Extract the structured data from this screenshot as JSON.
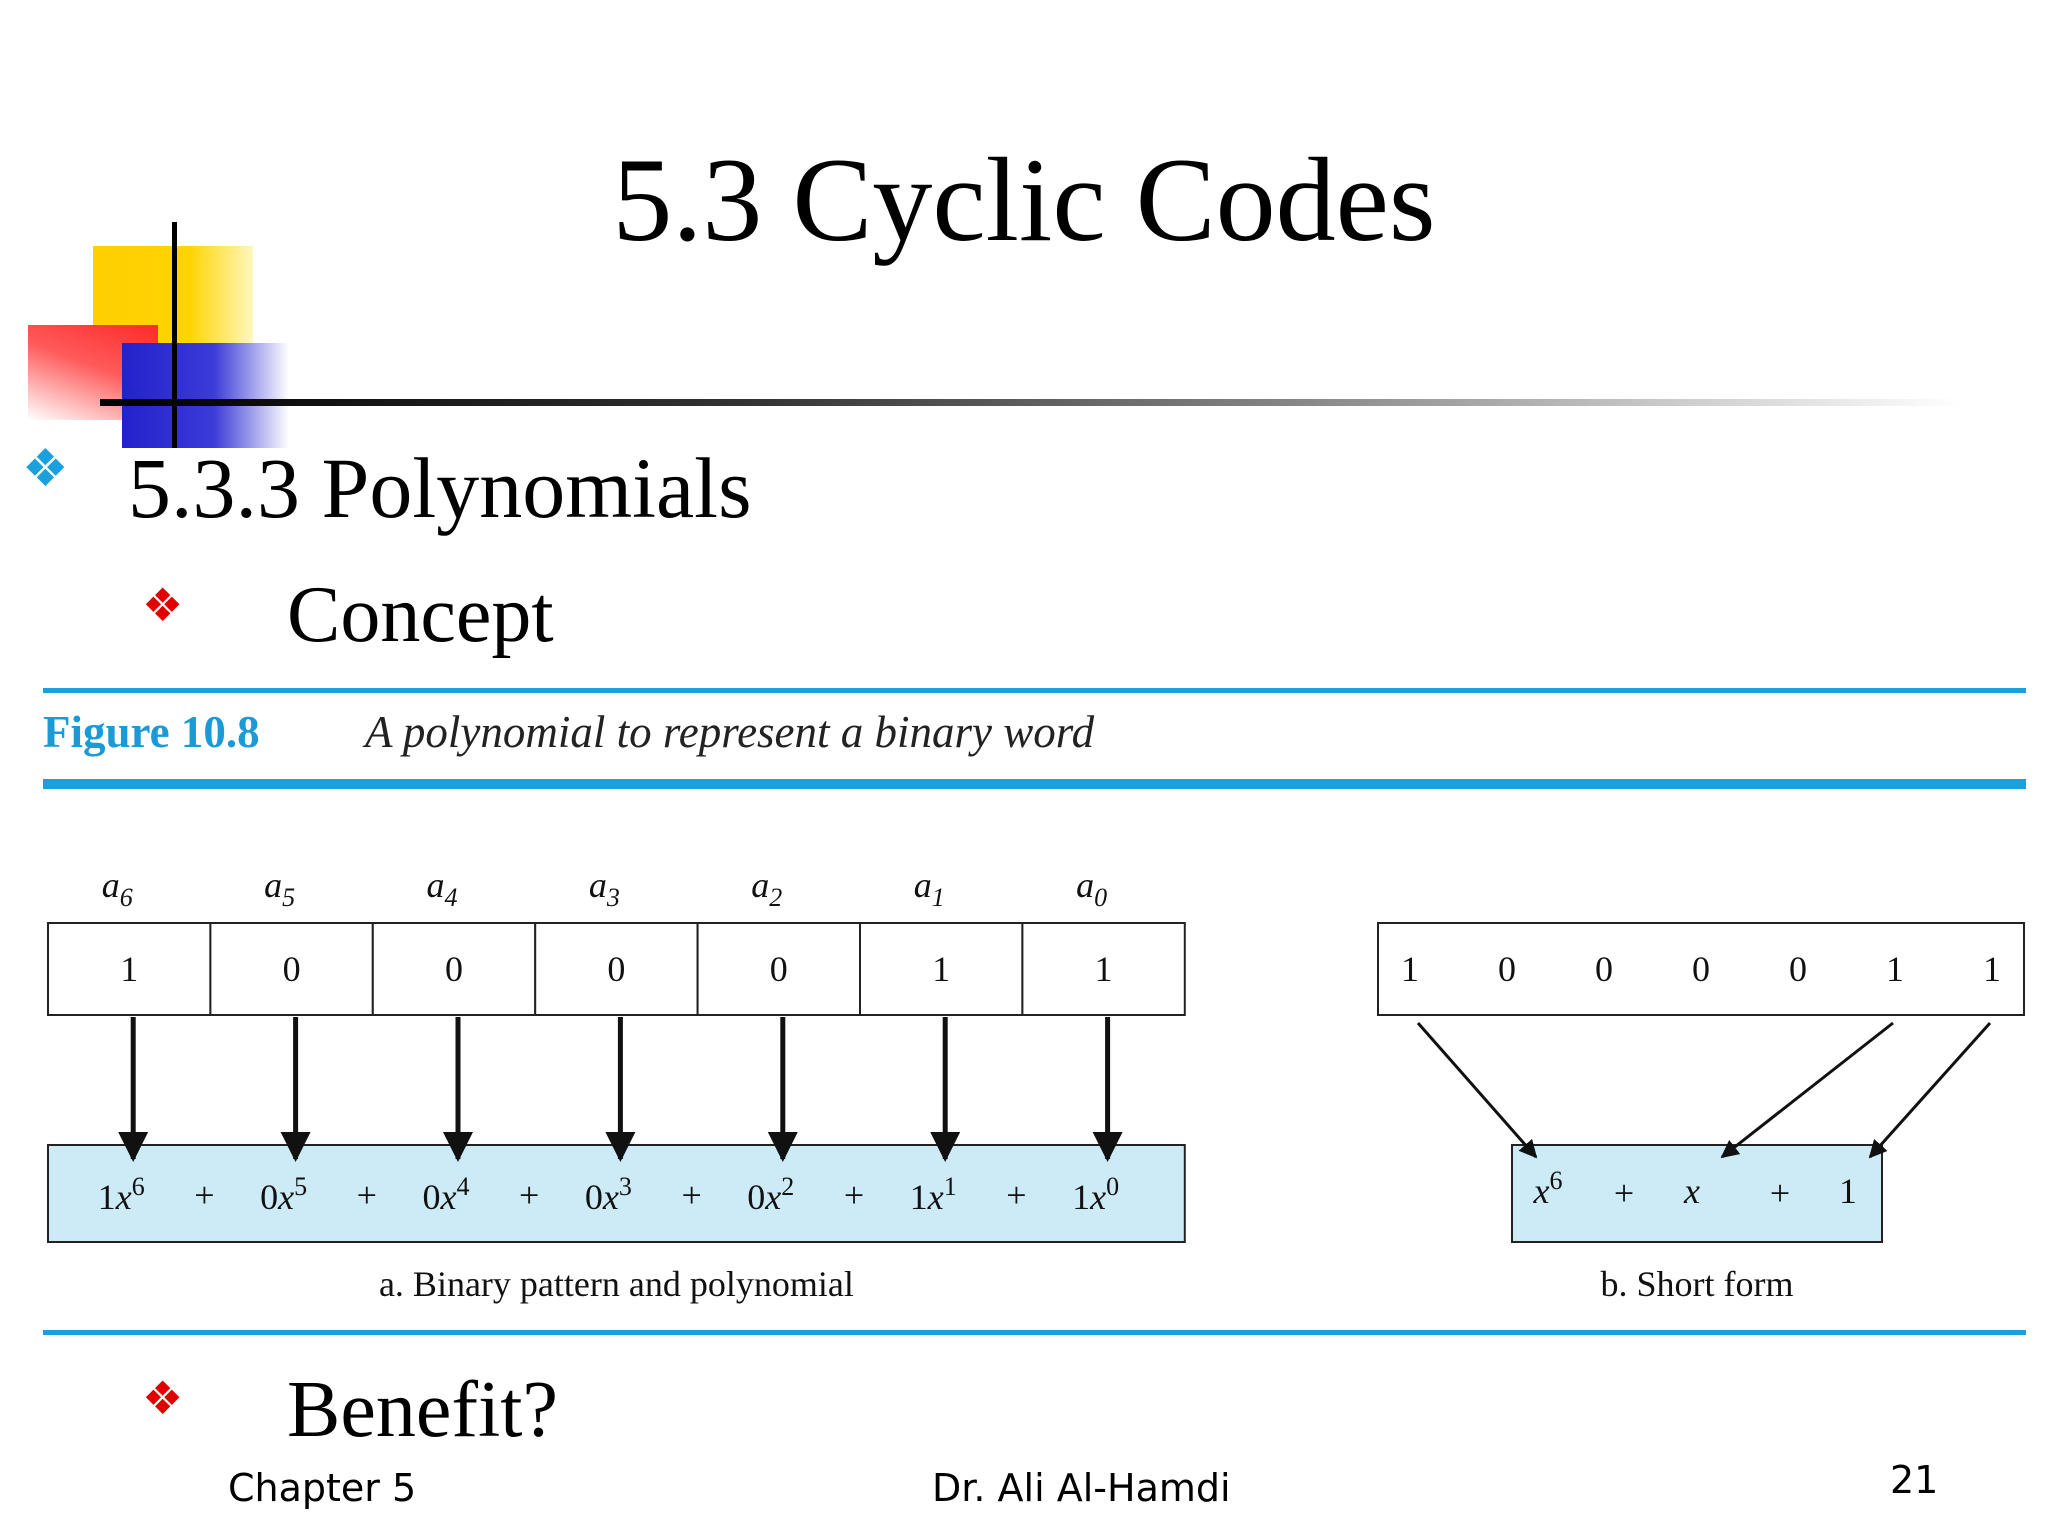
{
  "slide": {
    "title": "5.3 Cyclic Codes",
    "section": "5.3.3 Polynomials",
    "bullet_concept": "Concept",
    "bullet_benefit": "Benefit?"
  },
  "figure": {
    "number": "Figure 10.8",
    "caption": "A polynomial to represent a binary word",
    "coefficient_names": [
      "a",
      "a",
      "a",
      "a",
      "a",
      "a",
      "a"
    ],
    "coefficient_subscripts": [
      "6",
      "5",
      "4",
      "3",
      "2",
      "1",
      "0"
    ],
    "bits": [
      "1",
      "0",
      "0",
      "0",
      "0",
      "1",
      "1"
    ],
    "terms": [
      {
        "coef": "1",
        "var": "x",
        "exp": "6"
      },
      {
        "coef": "0",
        "var": "x",
        "exp": "5"
      },
      {
        "coef": "0",
        "var": "x",
        "exp": "4"
      },
      {
        "coef": "0",
        "var": "x",
        "exp": "3"
      },
      {
        "coef": "0",
        "var": "x",
        "exp": "2"
      },
      {
        "coef": "1",
        "var": "x",
        "exp": "1"
      },
      {
        "coef": "1",
        "var": "x",
        "exp": "0"
      }
    ],
    "plus": "+",
    "short_bits": [
      "1",
      "0",
      "0",
      "0",
      "0",
      "1",
      "1"
    ],
    "short_form": {
      "t1_var": "x",
      "t1_exp": "6",
      "t2_var": "x",
      "t3": "1"
    },
    "label_a": "a. Binary pattern and polynomial",
    "label_b": "b. Short form"
  },
  "footer": {
    "chapter": "Chapter 5",
    "author": "Dr. Ali Al-Hamdi",
    "page": "21"
  },
  "colors": {
    "accent_blue": "#1aa0dc",
    "bullet_red": "#e00000",
    "poly_box_fill": "#cdeaf7"
  }
}
